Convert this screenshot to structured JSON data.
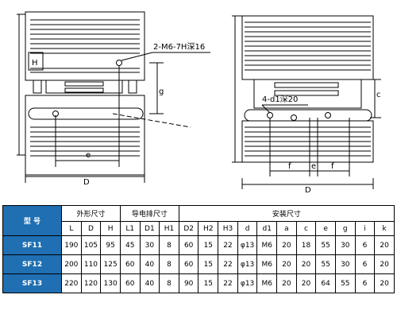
{
  "drawing": {
    "left_view": {
      "label_H": "H",
      "label_g": "g",
      "label_e": "e",
      "label_D": "D",
      "thread_note": "2-M6-7H深16"
    },
    "right_view": {
      "label_c": "c",
      "label_f": "f",
      "label_e": "e",
      "label_D": "D",
      "holes_note": "4-d1深20"
    }
  },
  "table": {
    "header_model": "型 号",
    "group_outer": "外形尺寸",
    "group_busbar": "导电排尺寸",
    "group_install": "安装尺寸",
    "columns": [
      "L",
      "D",
      "H",
      "L1",
      "D1",
      "H1",
      "D2",
      "H2",
      "H3",
      "d",
      "d1",
      "a",
      "c",
      "e",
      "g",
      "i",
      "k"
    ],
    "rows": [
      {
        "model": "SF11",
        "values": [
          "190",
          "105",
          "95",
          "45",
          "30",
          "8",
          "60",
          "15",
          "22",
          "φ13",
          "M6",
          "20",
          "18",
          "55",
          "30",
          "6",
          "20"
        ]
      },
      {
        "model": "SF12",
        "values": [
          "200",
          "110",
          "125",
          "60",
          "40",
          "8",
          "60",
          "15",
          "22",
          "φ13",
          "M6",
          "20",
          "20",
          "55",
          "30",
          "6",
          "20"
        ]
      },
      {
        "model": "SF13",
        "values": [
          "220",
          "120",
          "130",
          "60",
          "40",
          "8",
          "90",
          "15",
          "22",
          "φ13",
          "M6",
          "20",
          "20",
          "64",
          "55",
          "6",
          "20"
        ]
      }
    ]
  }
}
